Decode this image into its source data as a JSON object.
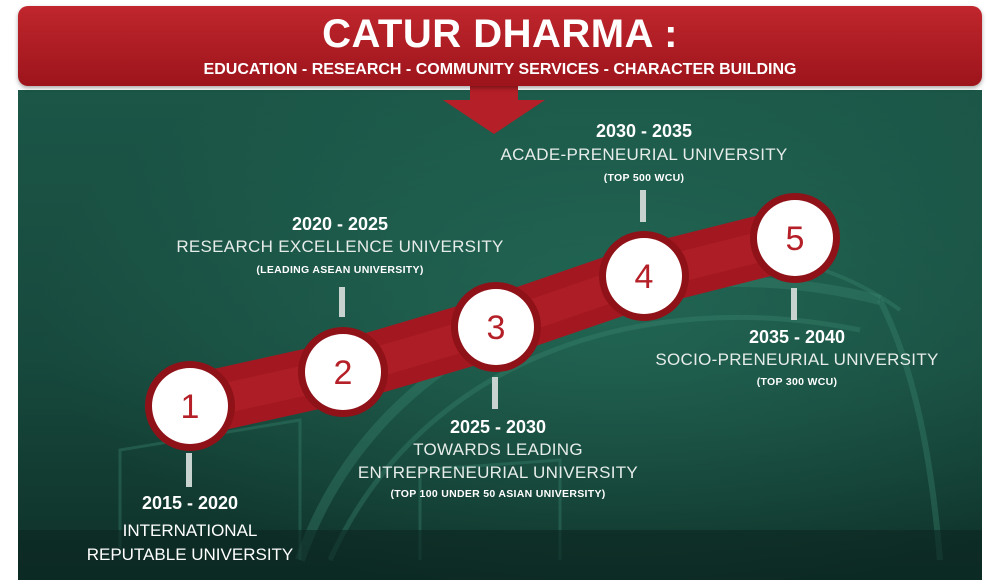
{
  "banner": {
    "title": "CATUR DHARMA :",
    "subtitle": "EDUCATION - RESEARCH - COMMUNITY SERVICES - CHARACTER BUILDING"
  },
  "milestones": [
    {
      "number": "1",
      "years": "2015 - 2020",
      "name_line1": "INTERNATIONAL",
      "name_line2": "REPUTABLE UNIVERSITY",
      "target": ""
    },
    {
      "number": "2",
      "years": "2020 - 2025",
      "name_line1": "RESEARCH EXCELLENCE UNIVERSITY",
      "target": "(LEADING ASEAN UNIVERSITY)"
    },
    {
      "number": "3",
      "years": "2025 - 2030",
      "name_line1": "TOWARDS LEADING",
      "name_line2": "ENTREPRENEURIAL UNIVERSITY",
      "target": "(TOP 100 UNDER 50 ASIAN UNIVERSITY)"
    },
    {
      "number": "4",
      "years": "2030 - 2035",
      "name_line1": "ACADE-PRENEURIAL UNIVERSITY",
      "target": "(TOP 500 WCU)"
    },
    {
      "number": "5",
      "years": "2035 - 2040",
      "name_line1": "SOCIO-PRENEURIAL UNIVERSITY",
      "target": "(TOP 300 WCU)"
    }
  ],
  "colors": {
    "banner_red": "#b51f27",
    "ribbon_red": "#a31820",
    "background_green": "#1d5a4a",
    "circle_fill": "#ffffff",
    "number_color": "#b51f27"
  }
}
